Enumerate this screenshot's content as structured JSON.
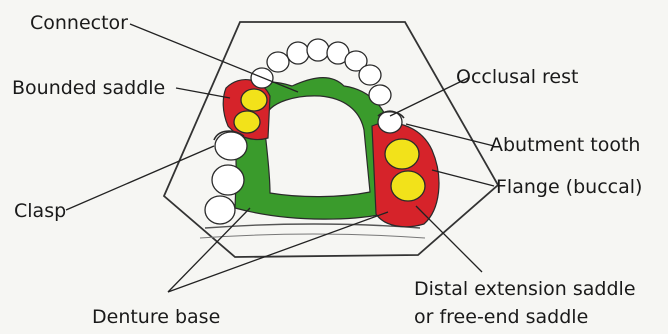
{
  "labels": {
    "connector": "Connector",
    "bounded_saddle": "Bounded saddle",
    "occlusal_rest": "Occlusal rest",
    "abutment_tooth": "Abutment tooth",
    "flange": "Flange (buccal)",
    "clasp": "Clasp",
    "denture_base": "Denture base",
    "distal_extension_line1": "Distal extension saddle",
    "distal_extension_line2": "or free-end saddle"
  },
  "colors": {
    "connector_green": "#3a9b2c",
    "saddle_red": "#d6232a",
    "tooth_yellow": "#f2e21a",
    "tooth_white": "#ffffff",
    "outline": "#2a2a2a"
  }
}
